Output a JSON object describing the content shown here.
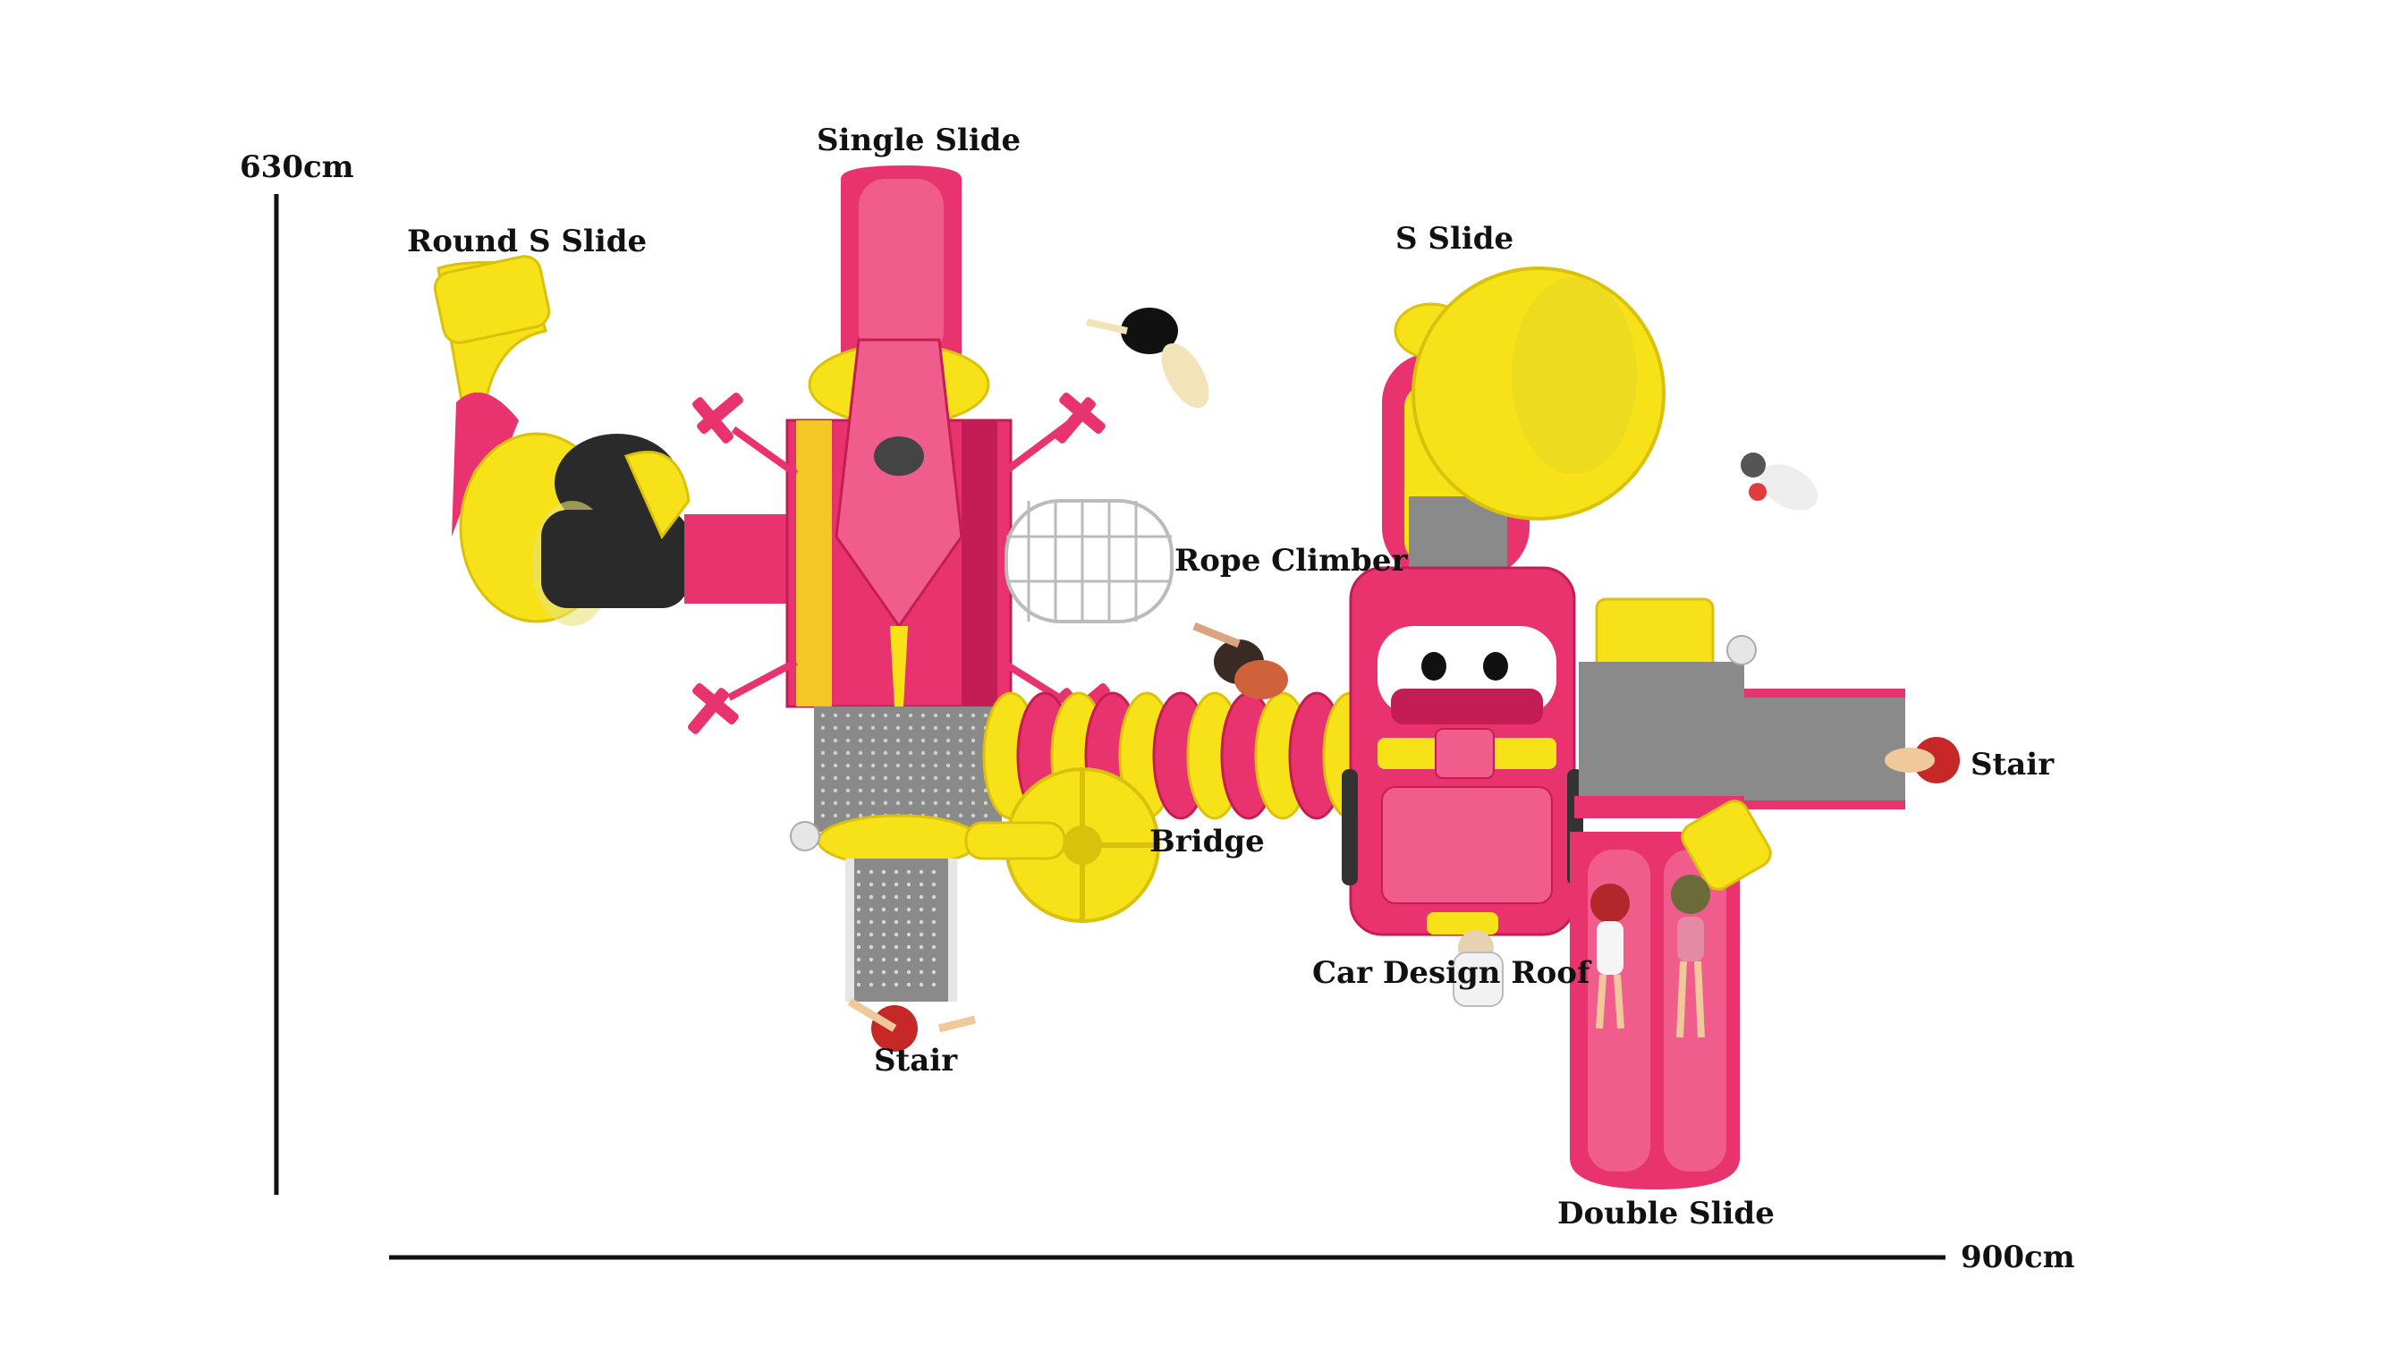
{
  "dimensions": {
    "height_label": "630cm",
    "width_label": "900cm"
  },
  "labels": {
    "single_slide": "Single Slide",
    "round_s_slide": "Round S Slide",
    "s_slide": "S Slide",
    "rope_climber": "Rope Climber",
    "stair_right": "Stair",
    "stair_bottom": "Stair",
    "bridge": "Bridge",
    "car_design_roof": "Car Design Roof",
    "double_slide": "Double Slide"
  },
  "colors": {
    "pink": "#e8336f",
    "dark_pink": "#c41d55",
    "yellow": "#f7e21a",
    "dark_yellow": "#d9c10c",
    "gray_deck": "#8a8a8a",
    "black_tube": "#2a2a2a",
    "white": "#f4f4f4"
  }
}
